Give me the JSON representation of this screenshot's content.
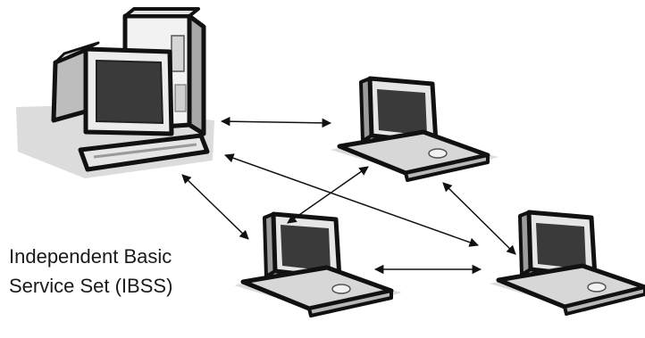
{
  "diagram": {
    "caption_lines": [
      "Independent Basic",
      "Service Set (IBSS)"
    ],
    "nodes": [
      {
        "id": "desktop",
        "kind": "desktop-computer"
      },
      {
        "id": "laptop-top",
        "kind": "laptop"
      },
      {
        "id": "laptop-bottom-left",
        "kind": "laptop"
      },
      {
        "id": "laptop-bottom-right",
        "kind": "laptop"
      }
    ],
    "links": [
      {
        "from": "desktop",
        "to": "laptop-top"
      },
      {
        "from": "desktop",
        "to": "laptop-bottom-left"
      },
      {
        "from": "desktop",
        "to": "laptop-bottom-right"
      },
      {
        "from": "laptop-top",
        "to": "laptop-bottom-left"
      },
      {
        "from": "laptop-top",
        "to": "laptop-bottom-right"
      },
      {
        "from": "laptop-bottom-left",
        "to": "laptop-bottom-right"
      }
    ],
    "colors": {
      "outline": "#111111",
      "screen": "#3a3a3a",
      "body_light": "#e8e8e8",
      "body_mid": "#c8c8c8",
      "shadow": "#d9d9d9",
      "arrow": "#111111"
    }
  }
}
